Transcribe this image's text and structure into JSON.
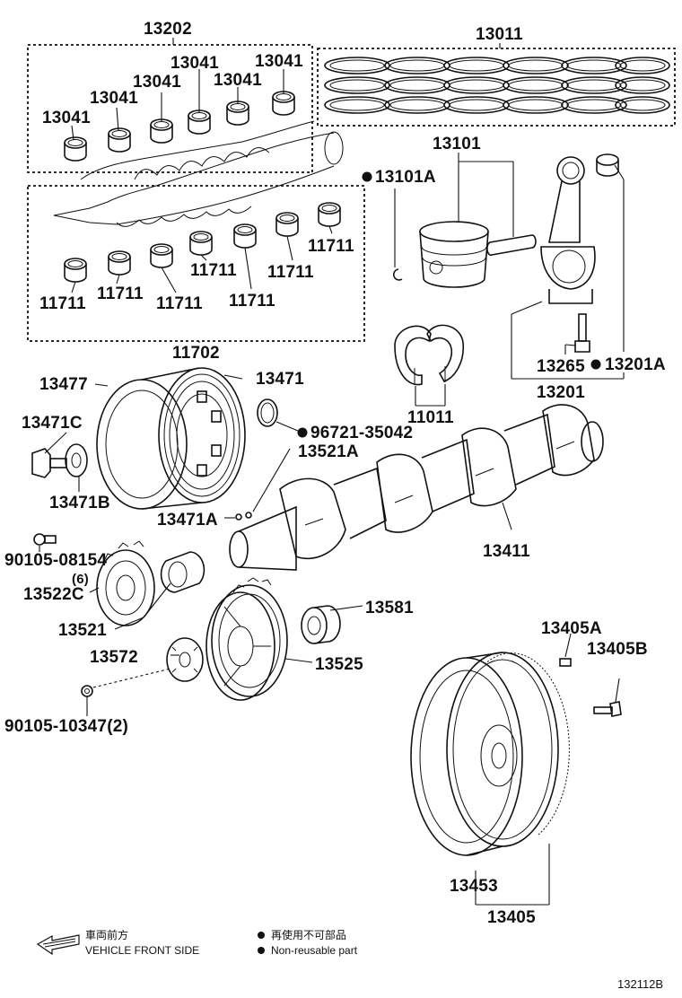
{
  "labels": {
    "p13202": "13202",
    "p13011": "13011",
    "p13041_a": "13041",
    "p13041_b": "13041",
    "p13041_c": "13041",
    "p13041_d": "13041",
    "p13041_e": "13041",
    "p13101": "13101",
    "p13101A": "13101A",
    "p11711_a": "11711",
    "p11711_b": "11711",
    "p11711_c": "11711",
    "p11711_d": "11711",
    "p11711_e": "11711",
    "p11711_f": "11711",
    "p11711_g": "11711",
    "p11702": "11702",
    "p13265": "13265",
    "p13201A": "13201A",
    "p13201": "13201",
    "p13477": "13477",
    "p13471": "13471",
    "p11011": "11011",
    "p13471C": "13471C",
    "p96721": "96721-35042",
    "p13521A": "13521A",
    "p13471B": "13471B",
    "p13471A": "13471A",
    "p90105_08154": "90105-08154",
    "p90105_08154_qty": "(6)",
    "p13522C": "13522C",
    "p13411": "13411",
    "p13521": "13521",
    "p13581": "13581",
    "p13572": "13572",
    "p13525": "13525",
    "p13405A": "13405A",
    "p13405B": "13405B",
    "p90105_10347": "90105-10347(2)",
    "p13453": "13453",
    "p13405": "13405"
  },
  "legend": {
    "direction_jp": "車両前方",
    "direction_en": "VEHICLE FRONT SIDE",
    "nonreusable_jp": "再使用不可部品",
    "nonreusable_en": "Non-reusable part"
  },
  "diagram_id": "132112B"
}
